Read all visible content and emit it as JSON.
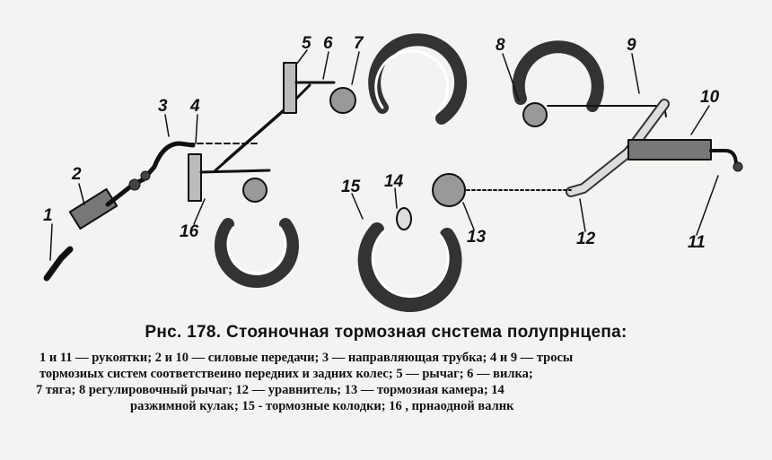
{
  "figure": {
    "labels": [
      "1",
      "2",
      "3",
      "4",
      "5",
      "6",
      "7",
      "8",
      "9",
      "10",
      "11",
      "12",
      "13",
      "14",
      "15",
      "16"
    ]
  },
  "caption": {
    "title": "Рнс. 178. Стояночная тормозная снстема полупрнцепа:",
    "lines": [
      "1 и 11 — рукоятки; 2 и 10 — силовые передачи; 3 — направляющая трубка; 4 и 9 — тросы",
      "тормозиых систем соответствеино передних и задних колес; 5 — рычаг; 6 — вилка;",
      "7 тяга; 8 регулировочный рычаг; 12 — уравнитель; 13 — тормозиая камера; 14",
      "разжимной кулак; 15 - тормозные колодки; 16 , прнаодной валнк"
    ]
  }
}
